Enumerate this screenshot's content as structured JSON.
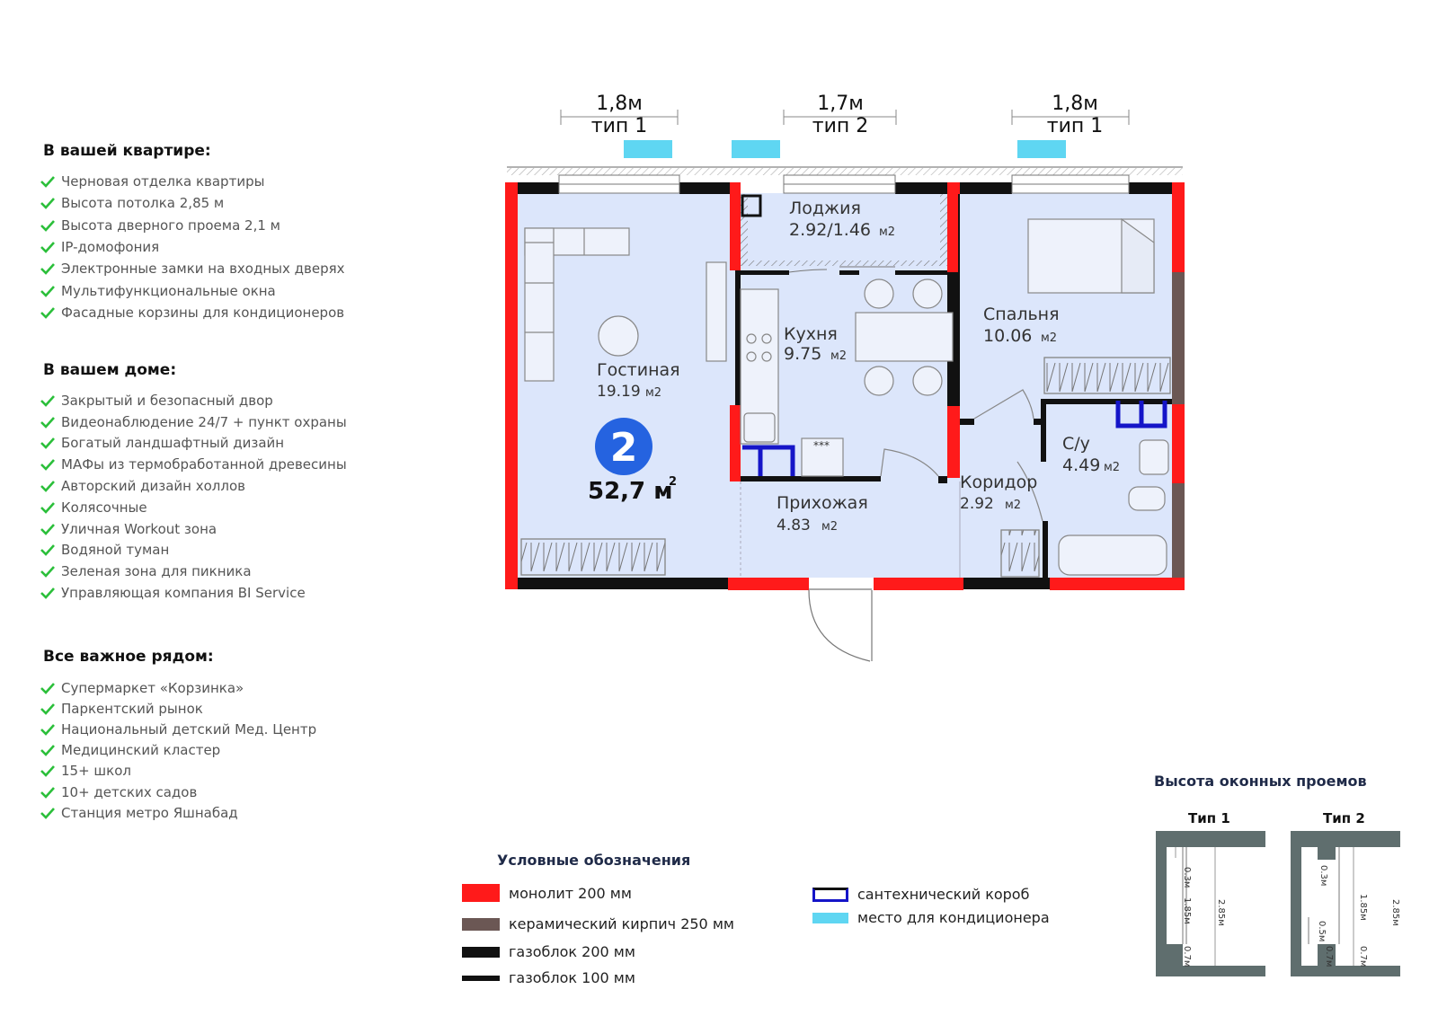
{
  "features": {
    "apartment": {
      "title": "В вашей квартире:",
      "items": [
        "Черновая отделка квартиры",
        "Высота потолка 2,85 м",
        "Высота дверного проема 2,1 м",
        "IP-домофония",
        "Электронные замки на входных дверях",
        "Мультифункциональные окна",
        "Фасадные корзины для кондиционеров"
      ]
    },
    "house": {
      "title": "В вашем доме:",
      "items": [
        "Закрытый и безопасный двор",
        "Видеонаблюдение 24/7 + пункт охраны",
        "Богатый ландшафтный дизайн",
        "МАФы из термобработанной древесины",
        "Авторский дизайн холлов",
        "Колясочные",
        "Уличная Workout зона",
        "Водяной туман",
        "Зеленая зона для пикника",
        "Управляющая компания BI Service"
      ]
    },
    "nearby": {
      "title": "Все важное рядом:",
      "items": [
        "Супермаркет «Корзинка»",
        "Паркентский рынок",
        "Национальный детский Мед. Центр",
        "Медицинский кластер",
        "15+ школ",
        "10+ детских садов",
        "Станция метро Яшнабад"
      ]
    }
  },
  "plan": {
    "rooms_count": "2",
    "total_area": "52,7 м",
    "total_area_sup": "2",
    "windows": [
      {
        "width": "1,8м",
        "type": "тип 1"
      },
      {
        "width": "1,7м",
        "type": "тип 2"
      },
      {
        "width": "1,8м",
        "type": "тип 1"
      }
    ],
    "rooms": {
      "loggia": {
        "name": "Лоджия",
        "area": "2.92/1.46",
        "unit": "м2"
      },
      "kitchen": {
        "name": "Кухня",
        "area": "9.75",
        "unit": "м2"
      },
      "living": {
        "name": "Гостиная",
        "area": "19.19",
        "unit": "м2"
      },
      "bedroom": {
        "name": "Спальня",
        "area": "10.06",
        "unit": "м2"
      },
      "hall": {
        "name": "Прихожая",
        "area": "4.83",
        "unit": "м2"
      },
      "corridor": {
        "name": "Коридор",
        "area": "2.92",
        "unit": "м2"
      },
      "bathroom": {
        "name": "С/у",
        "area": "4.49",
        "unit": "м2"
      }
    },
    "stove_marks": "***",
    "colors": {
      "floor": "#dce6fb",
      "monolith": "#ff1a1a",
      "brick": "#6b5754",
      "gasblock": "#111111",
      "conditioner": "#5fd6f2",
      "plumbing": "#1515c8",
      "badge": "#2563e0",
      "check": "#2bbf3a"
    }
  },
  "legend": {
    "title": "Условные обозначения",
    "monolith": "монолит 200 мм",
    "brick": "керамический кирпич 250 мм",
    "gas200": "газоблок 200 мм",
    "gas100": "газоблок 100 мм",
    "plumbing_box": "сантехнический короб",
    "conditioner": "место для кондиционера"
  },
  "window_heights": {
    "title": "Высота оконных проемов",
    "type1": {
      "label": "Тип 1",
      "top": "0.3м",
      "middle": "1.85м",
      "bottom": "0.7м",
      "total": "2.85м"
    },
    "type2": {
      "label": "Тип 2",
      "top": "0.3м",
      "middle": "1.85м",
      "bottom": "0.7м",
      "extra": "0.5м",
      "total": "2.85м"
    }
  }
}
